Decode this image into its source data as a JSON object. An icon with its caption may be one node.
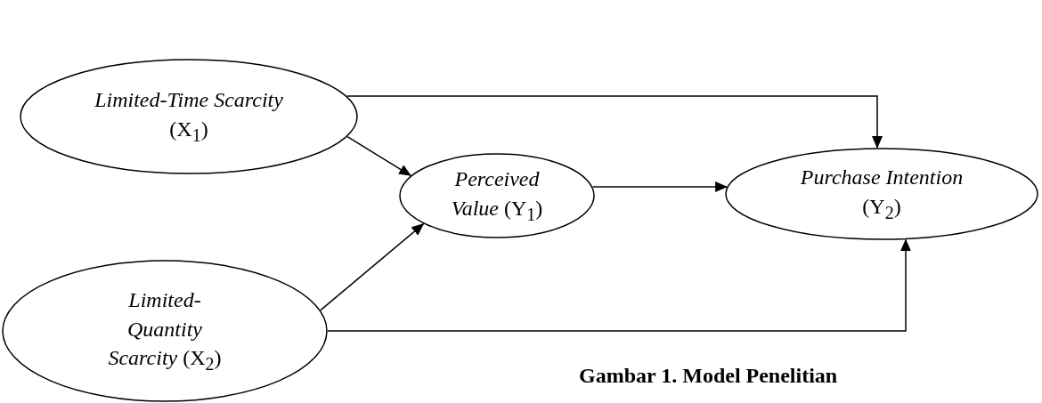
{
  "diagram": {
    "caption": "Gambar 1. Model Penelitian",
    "nodes": [
      {
        "text": [
          "*Limited-Time Scarcity* (X$_{1}$)"
        ]
      },
      {
        "text": [
          "*Limited-Quantity Scarcity* (X$_{2}$)"
        ]
      },
      {
        "text": [
          "*Perceived Value* (Y$_{1}$)"
        ]
      },
      {
        "text": [
          "*Purchase Intention* (Y$_{2}$)"
        ]
      }
    ],
    "edges": [
      {
        "from": 0,
        "to": 3,
        "arrow": "to"
      },
      {
        "from": 0,
        "to": 2,
        "arrow": "to"
      },
      {
        "from": 1,
        "to": 2,
        "arrow": "to"
      },
      {
        "from": 2,
        "to": 3,
        "arrow": "to"
      },
      {
        "from": 1,
        "to": 3,
        "arrow": "to"
      }
    ]
  }
}
